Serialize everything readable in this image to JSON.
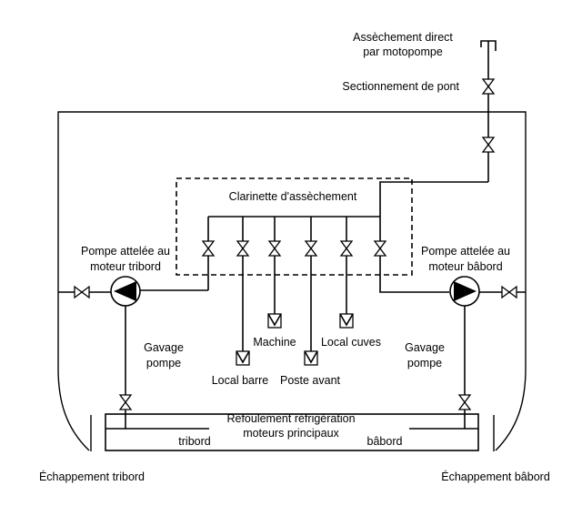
{
  "labels": {
    "direct_drain_line1": "Assèchement direct",
    "direct_drain_line2": "par motopompe",
    "deck_isolation": "Sectionnement de pont",
    "manifold": "Clarinette d'assèchement",
    "pump_starboard_line1": "Pompe attelée au",
    "pump_starboard_line2": "moteur tribord",
    "pump_port_line1": "Pompe attelée au",
    "pump_port_line2": "moteur bâbord",
    "priming_left_line1": "Gavage",
    "priming_left_line2": "pompe",
    "priming_right_line1": "Gavage",
    "priming_right_line2": "pompe",
    "suction_machine": "Machine",
    "suction_tanks": "Local cuves",
    "suction_steering": "Local barre",
    "suction_forward": "Poste avant",
    "cooling_return_line1": "Refoulement réfrigération",
    "cooling_return_line2": "moteurs principaux",
    "side_starboard": "tribord",
    "side_port": "bâbord",
    "exhaust_starboard": "Échappement tribord",
    "exhaust_port": "Échappement bâbord"
  }
}
